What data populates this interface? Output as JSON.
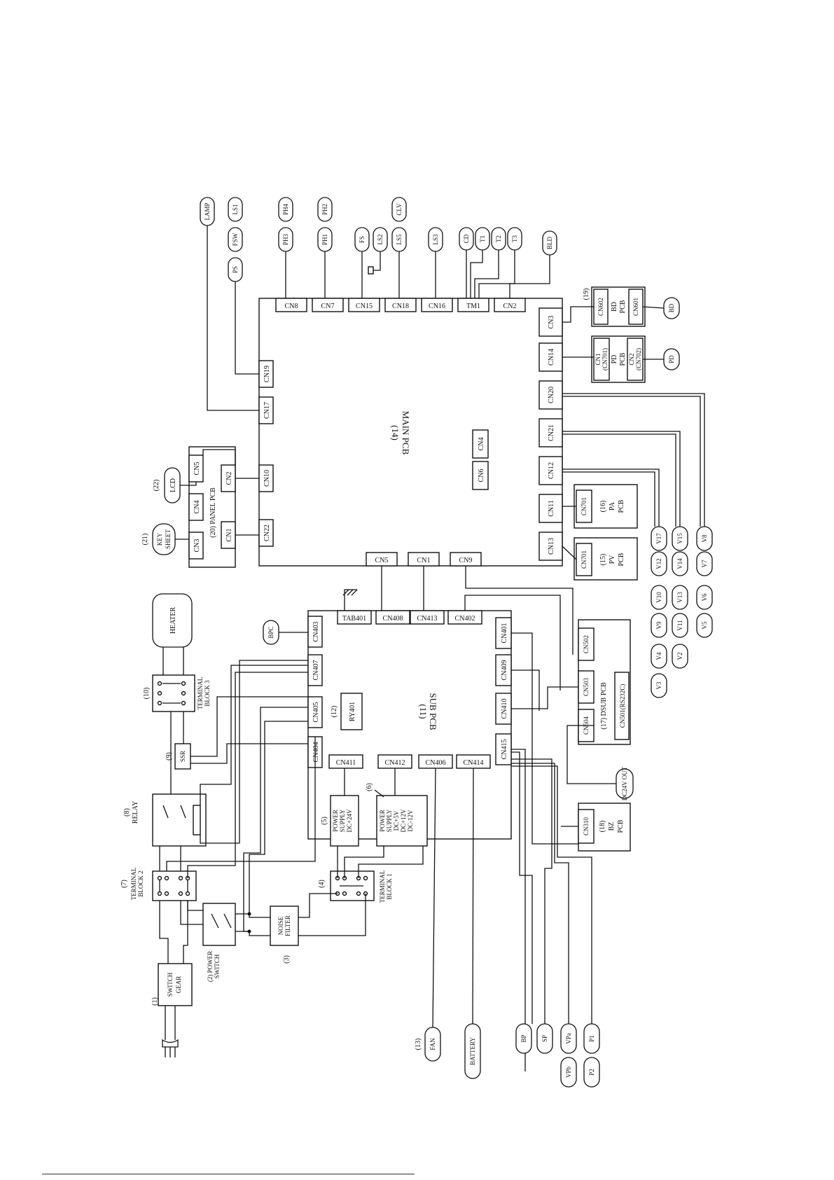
{
  "connectors": {
    "main_top": [
      "CN8",
      "CN7",
      "CN15",
      "CN18",
      "CN16",
      "TM1",
      "CN2"
    ],
    "main_left": [
      "CN19",
      "CN17",
      "CN10",
      "CN22"
    ],
    "main_right": [
      "CN3",
      "CN14",
      "CN20",
      "CN21",
      "CN12",
      "CN11",
      "CN13"
    ],
    "main_bottom": [
      "CN5",
      "CN1",
      "CN9"
    ],
    "main_inner": [
      "CN4",
      "CN6"
    ],
    "sub_top": [
      "TAB401",
      "CN408",
      "CN413",
      "CN402"
    ],
    "sub_left": [
      "CN403",
      "CN407",
      "CN405",
      "CN404"
    ],
    "sub_right": [
      "CN401",
      "CN409",
      "CN410",
      "CN415"
    ],
    "sub_bottom": [
      "CN411",
      "CN412",
      "CN406",
      "CN414"
    ],
    "panel": [
      "CN3",
      "CN4",
      "CN5",
      "CN1",
      "CN2"
    ],
    "dsub": [
      "CN502",
      "CN503",
      "CN504"
    ]
  },
  "pills": {
    "top": [
      "LAMP",
      "LS1",
      "PH4",
      "PH2",
      "CLV",
      "PS",
      "FSW",
      "PH3",
      "PH1",
      "FS",
      "LS2",
      "LS5",
      "LS3",
      "CD",
      "T1",
      "T2",
      "T3",
      "BLD"
    ],
    "right": [
      "BD",
      "PD"
    ],
    "v_row1": [
      "V17",
      "V15",
      "V8"
    ],
    "v_row2": [
      "V12",
      "V14",
      "V7"
    ],
    "v_row3": [
      "V10",
      "V13",
      "V6"
    ],
    "v_row4": [
      "V9",
      "V11",
      "V5"
    ],
    "v_row5": [
      "V4",
      "V2"
    ],
    "v_row6": [
      "V3"
    ],
    "bottom": [
      "FAN",
      "BATTERY",
      "BP",
      "SP",
      "VPa",
      "P1",
      "VPb",
      "P2",
      "BPC",
      "DC24V OUT",
      "HEATER"
    ]
  },
  "components": {
    "main_pcb": {
      "num": "(14)",
      "name": "MAIN PCB"
    },
    "sub_pcb": {
      "num": "(11)",
      "name": "SUB PCB"
    },
    "panel_pcb": {
      "num": "(20)",
      "name": "PANEL PCB"
    },
    "lcd": {
      "num": "(22)",
      "name": "LCD"
    },
    "key_sheet": {
      "num": "(21)",
      "line1": "KEY",
      "line2": "SHEET"
    },
    "bd_pcb": {
      "num": "(19)",
      "cn_a": "CN602",
      "line1": "BD",
      "line2": "PCB",
      "cn_b": "CN601"
    },
    "pd_pcb": {
      "cn_a1": "CN1",
      "cn_a2": "(CN701)",
      "line1": "PD",
      "line2": "PCB",
      "cn_b1": "CN2",
      "cn_b2": "(CN702)"
    },
    "pa_pcb": {
      "num": "(16)",
      "cn": "CN701",
      "line1": "PA",
      "line2": "PCB"
    },
    "pv_pcb": {
      "num": "(15)",
      "cn": "CN701",
      "line1": "PV",
      "line2": "PCB"
    },
    "dsub_pcb": {
      "num": "(17)",
      "name": "DSUB PCB",
      "cn": "CN501(RS232C)"
    },
    "bz_pcb": {
      "num": "(18)",
      "cn": "CN310",
      "line1": "BZ",
      "line2": "PCB"
    },
    "relay_ry": {
      "num": "(12)",
      "name": "RY401"
    },
    "switch_gear": {
      "num": "(1)",
      "line1": "SWITCH",
      "line2": "GEAR"
    },
    "power_switch": {
      "num": "(2)",
      "line1": "POWER",
      "line2": "SWITCH"
    },
    "noise_filter": {
      "num": "(3)",
      "line1": "NOISE",
      "line2": "FILTER"
    },
    "tb1": {
      "num": "(4)",
      "line1": "TERMINAL",
      "line2": "BLOCK 1"
    },
    "ps24": {
      "num": "(5)",
      "line1": "POWER",
      "line2": "SUPPLY",
      "line3": "DC+24V"
    },
    "ps_multi": {
      "num": "(6)",
      "line1": "POWER",
      "line2": "SUPPLY",
      "line3": "DC+5V",
      "line4": "DC+12V",
      "line5": "DC-12V"
    },
    "tb2": {
      "num": "(7)",
      "line1": "TERMINAL",
      "line2": "BLOCK 2"
    },
    "relay": {
      "num": "(8)",
      "name": "RELAY"
    },
    "ssr": {
      "num": "(9)",
      "name": "SSR"
    },
    "tb3": {
      "num": "(10)",
      "line1": "TERMINAL",
      "line2": "BLOCK 3"
    },
    "fan": {
      "num": "(13)"
    }
  }
}
